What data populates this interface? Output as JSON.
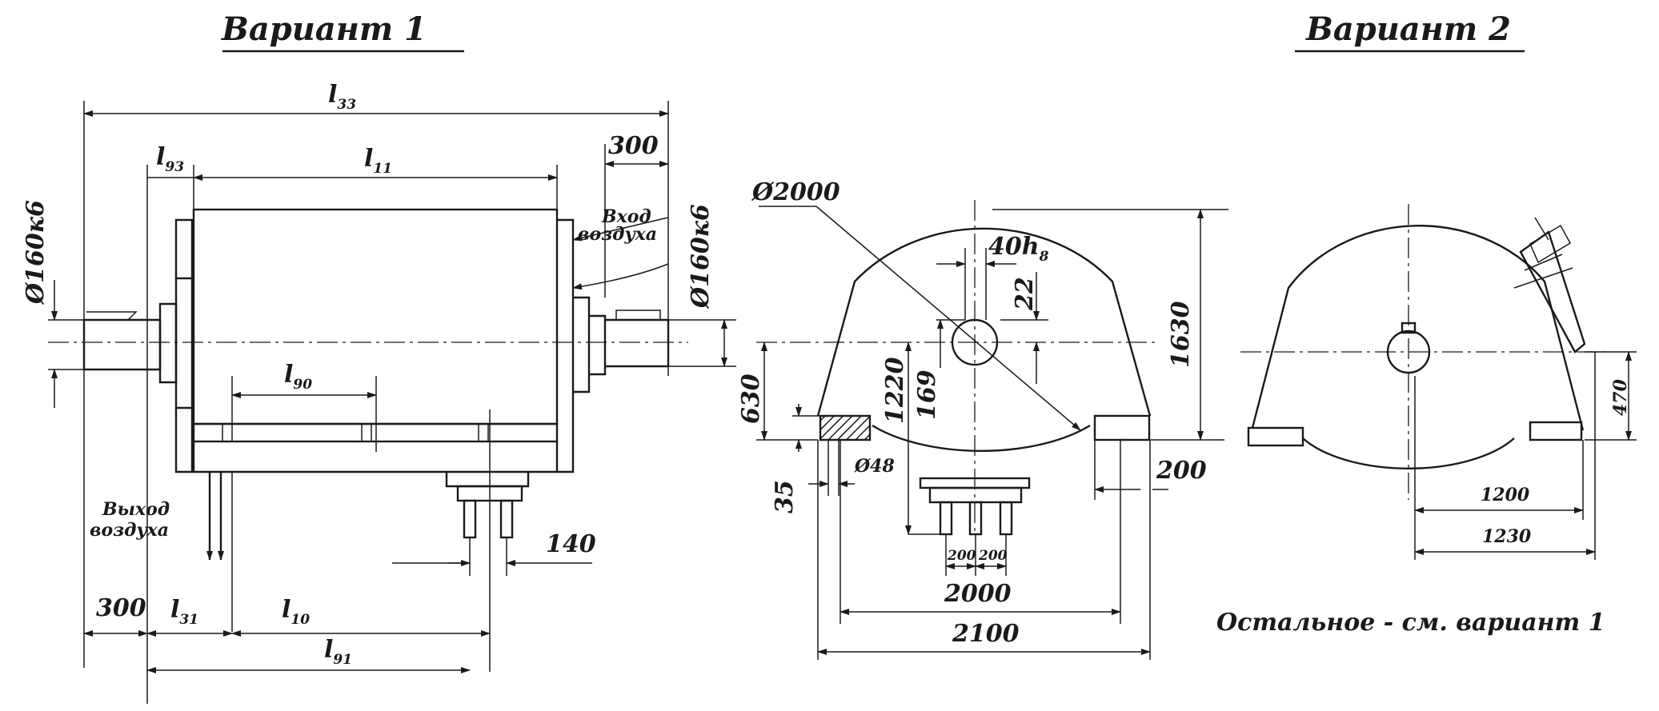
{
  "titles": {
    "variant1": "Вариант 1",
    "variant2": "Вариант 2"
  },
  "variant1": {
    "dims": {
      "l_total": "l",
      "l_total_sub": "33",
      "l_left": "l",
      "l_left_sub": "93",
      "l_body": "l",
      "l_body_sub": "11",
      "right_300": "300",
      "shaft_left_dia": "Ø160к6",
      "shaft_right_dia": "Ø160к6",
      "l_inner": "l",
      "l_inner_sub": "90",
      "bottom_300": "300",
      "l_31": "l",
      "l_31_sub": "31",
      "l_10": "l",
      "l_10_sub": "10",
      "l_91": "l",
      "l_91_sub": "91",
      "foot_140": "140"
    },
    "labels": {
      "air_in_line1": "Вход",
      "air_in_line2": "воздуха",
      "air_out_line1": "Выход",
      "air_out_line2": "воздуха"
    }
  },
  "section": {
    "dims": {
      "dia_2000": "Ø2000",
      "key_40": "40h",
      "key_40_sub": "8",
      "d_22": "22",
      "d_1630": "1630",
      "d_630": "630",
      "d_1220": "1220",
      "d_169": "169",
      "d_35": "35",
      "dia_48": "Ø48",
      "d_200_right": "200",
      "d_200_a": "200",
      "d_200_b": "200",
      "d_2000": "2000",
      "d_2100": "2100"
    }
  },
  "variant2": {
    "dims": {
      "d_470": "470",
      "d_1200": "1200",
      "d_1230": "1230"
    },
    "note": "Остальное - см. вариант 1"
  }
}
